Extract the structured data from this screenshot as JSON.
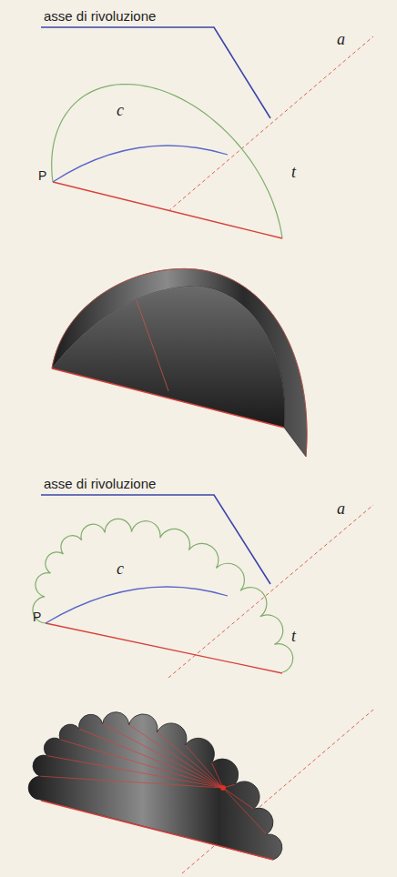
{
  "diagram": {
    "labels": [
      "asse di rivoluzione",
      "a",
      "c",
      "P",
      "t",
      "asse di rivoluzione",
      "a",
      "c",
      "P",
      "t"
    ]
  }
}
